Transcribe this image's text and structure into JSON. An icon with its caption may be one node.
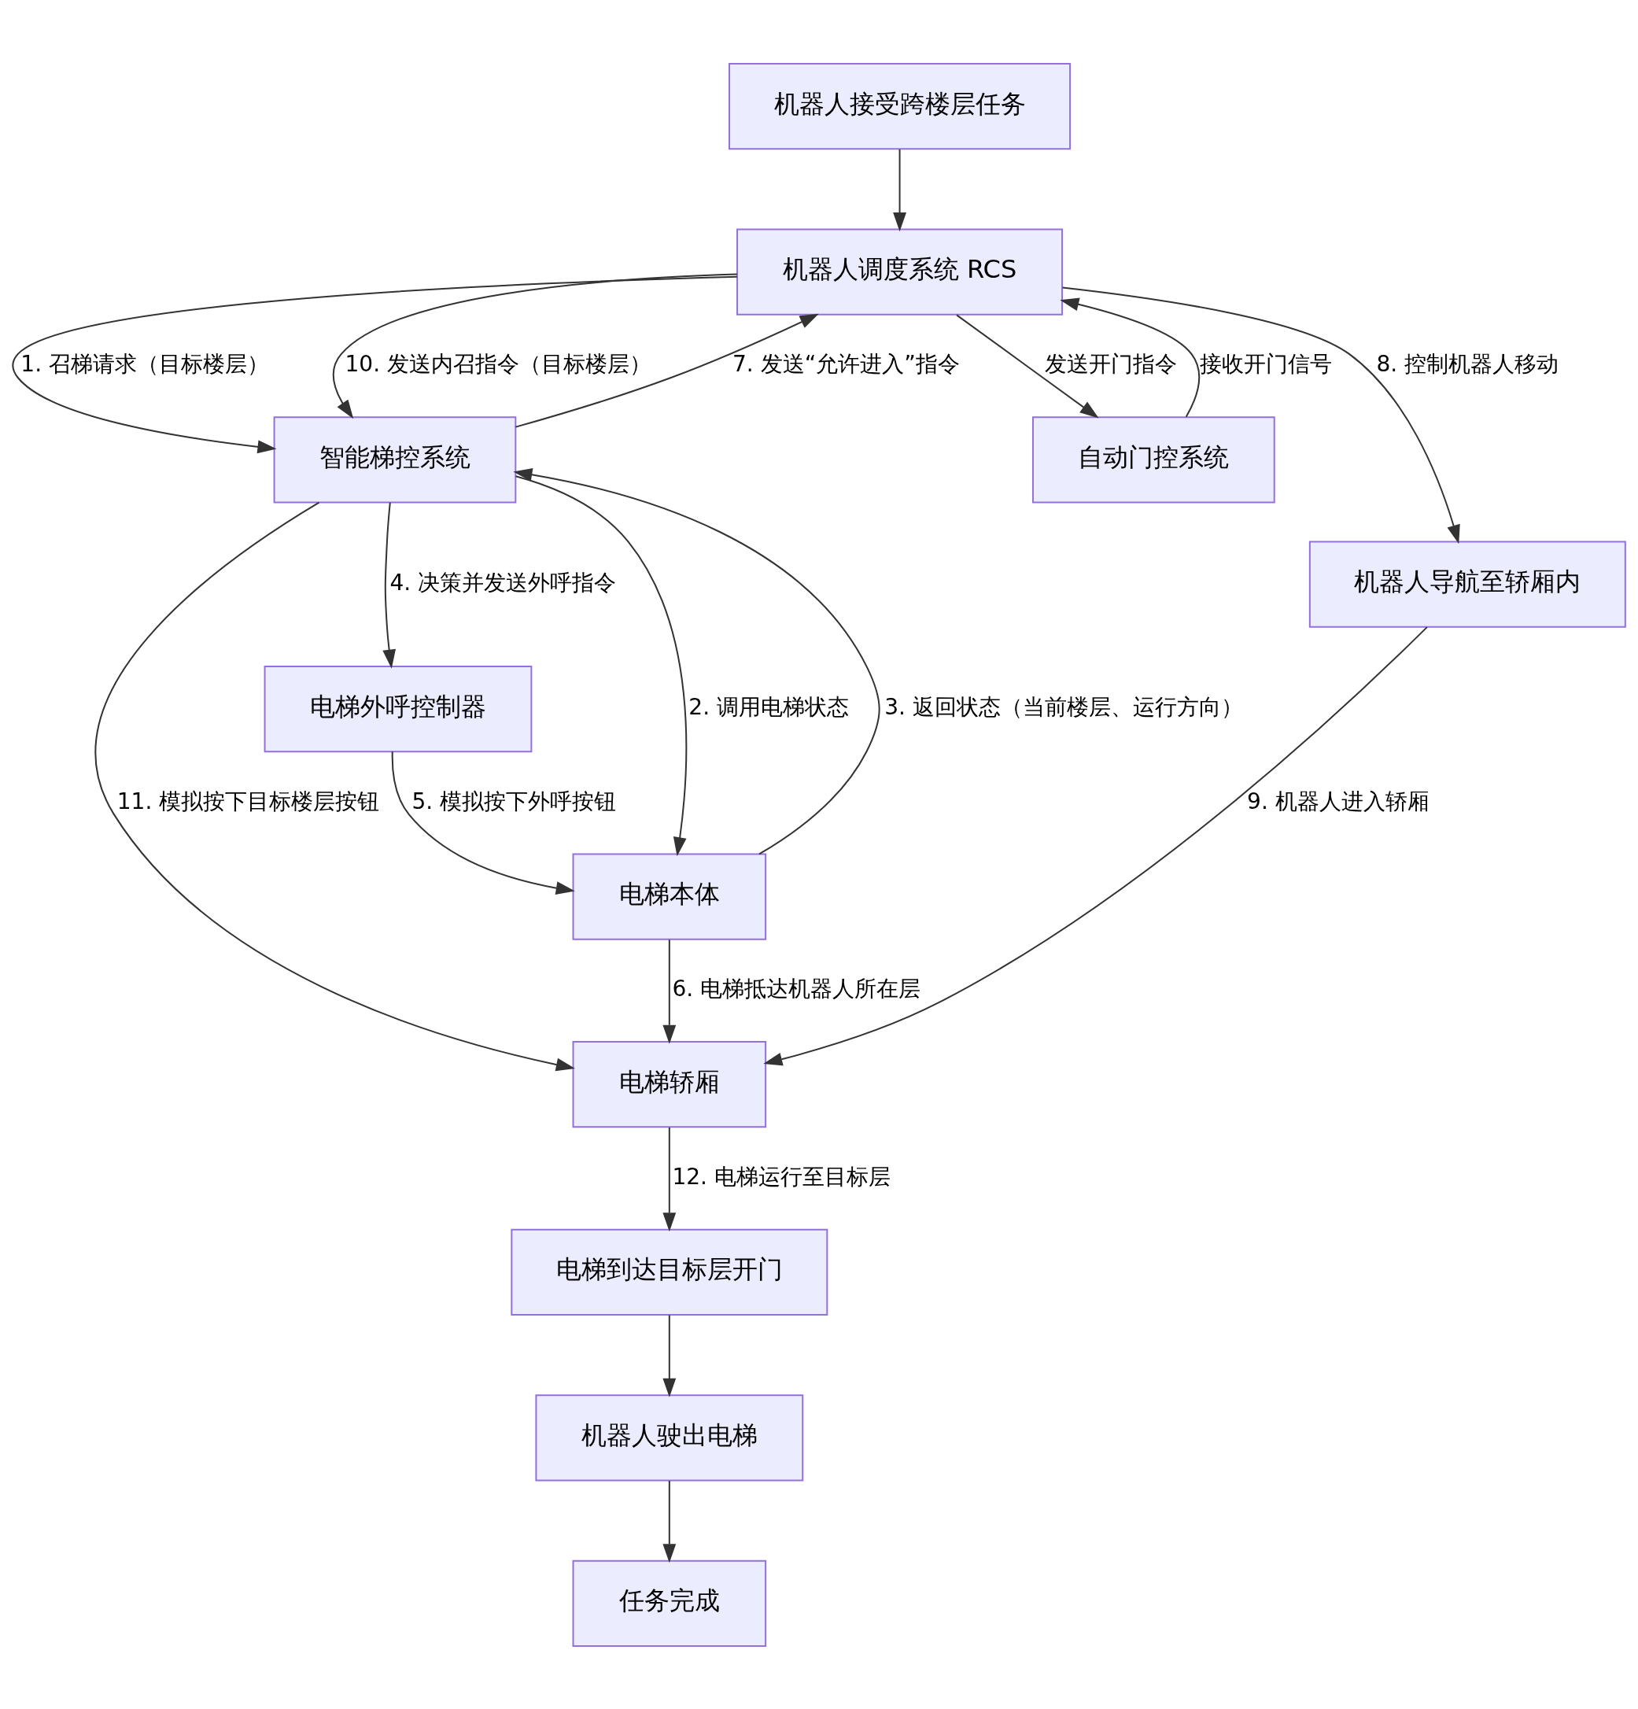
{
  "diagram": {
    "nodes": [
      {
        "text": [
          "机器人接受跨楼层任务"
        ]
      },
      {
        "text": [
          "机器人调度系统 RCS"
        ]
      },
      {
        "text": [
          "智能梯控系统"
        ]
      },
      {
        "text": [
          "自动门控系统"
        ]
      },
      {
        "text": [
          "电梯外呼控制器"
        ]
      },
      {
        "text": [
          "电梯本体"
        ]
      },
      {
        "text": [
          "机器人导航至轿厢内"
        ]
      },
      {
        "text": [
          "电梯轿厢"
        ]
      },
      {
        "text": [
          "电梯到达目标层开门"
        ]
      },
      {
        "text": [
          "机器人驶出电梯"
        ]
      },
      {
        "text": [
          "任务完成"
        ]
      }
    ],
    "edges": [
      {
        "from": 0,
        "to": 1,
        "arrow": "to"
      },
      {
        "from": 1,
        "to": 2,
        "arrow": "to",
        "label": "1. 召梯请求（目标楼层）"
      },
      {
        "from": 2,
        "to": 5,
        "arrow": "to",
        "label": "2. 调用电梯状态"
      },
      {
        "from": 5,
        "to": 2,
        "arrow": "to",
        "label": "3. 返回状态（当前楼层、运行方向）"
      },
      {
        "from": 2,
        "to": 4,
        "arrow": "to",
        "label": "4. 决策并发送外呼指令"
      },
      {
        "from": 4,
        "to": 5,
        "arrow": "to",
        "label": "5. 模拟按下外呼按钮"
      },
      {
        "from": 5,
        "to": 7,
        "arrow": "to",
        "label": "6. 电梯抵达机器人所在层"
      },
      {
        "from": 2,
        "to": 1,
        "arrow": "to",
        "label": "7. 发送“允许进入”指令"
      },
      {
        "from": 1,
        "to": 3,
        "arrow": "to",
        "label": "发送开门指令"
      },
      {
        "from": 3,
        "to": 1,
        "arrow": "to",
        "label": "接收开门信号"
      },
      {
        "from": 1,
        "to": 6,
        "arrow": "to",
        "label": "8. 控制机器人移动"
      },
      {
        "from": 6,
        "to": 7,
        "arrow": "to",
        "label": "9. 机器人进入轿厢"
      },
      {
        "from": 1,
        "to": 2,
        "arrow": "to",
        "label": "10. 发送内召指令（目标楼层）"
      },
      {
        "from": 2,
        "to": 7,
        "arrow": "to",
        "label": "11. 模拟按下目标楼层按钮"
      },
      {
        "from": 7,
        "to": 8,
        "arrow": "to",
        "label": "12. 电梯运行至目标层"
      },
      {
        "from": 8,
        "to": 9,
        "arrow": "to"
      },
      {
        "from": 9,
        "to": 10,
        "arrow": "to"
      }
    ]
  }
}
